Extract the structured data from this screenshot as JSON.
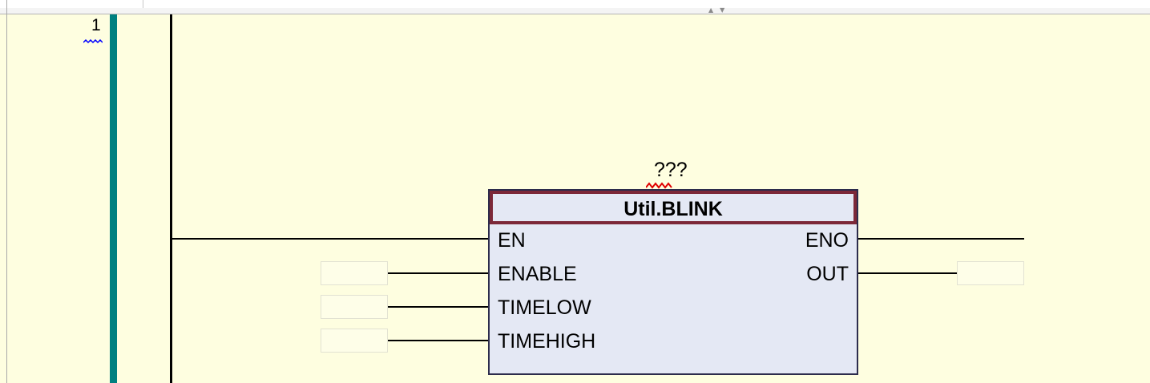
{
  "editor": {
    "network_number": "1",
    "splitter_arrows": "▲▼"
  },
  "function_block": {
    "type_name": "Util.BLINK",
    "instance_name": "???",
    "inputs": [
      "EN",
      "ENABLE",
      "TIMELOW",
      "TIMEHIGH"
    ],
    "outputs": [
      "ENO",
      "OUT"
    ]
  },
  "variables": {
    "enable": "",
    "timelow": "",
    "timehigh": "",
    "out": ""
  },
  "colors": {
    "background": "#fefee0",
    "network_rail": "#008080",
    "block_fill": "#e4e8f4",
    "block_header_border": "#7c2838",
    "error_squiggle": "#e00000",
    "info_squiggle": "#0000ff"
  }
}
